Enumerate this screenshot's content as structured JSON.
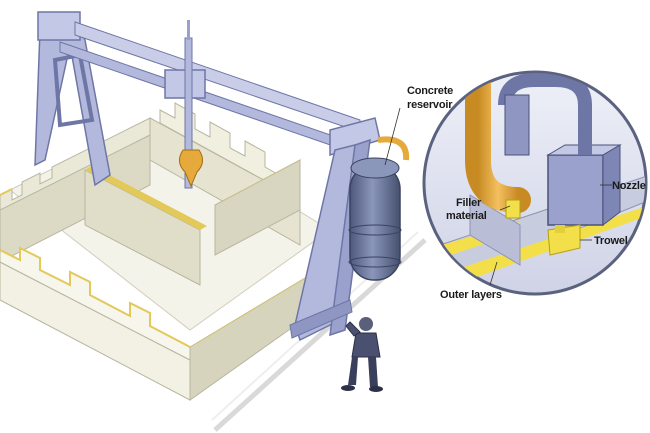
{
  "labels": {
    "concrete_reservoir_line1": "Concrete",
    "concrete_reservoir_line2": "reservoir",
    "nozzle": "Nozzle",
    "filler_material_line1": "Filler",
    "filler_material_line2": "material",
    "trowel": "Trowel",
    "outer_layers": "Outer layers"
  },
  "colors": {
    "wall_face": "#ecebdc",
    "wall_shade": "#d4d2bd",
    "wall_top_edge": "#e3c85a",
    "gantry_frame": "#a9b0d6",
    "gantry_frame_dark": "#7e86b6",
    "reservoir_tank": "#5f6c91",
    "hose": "#e6a93c",
    "trowel": "#f2df4a",
    "worker": "#4a5070",
    "inset_background": "#dfe1ee",
    "inset_border": "#5b6280"
  },
  "icons": [
    "gantry-3d-printer",
    "concrete-tank",
    "print-head-nozzle",
    "worker-figure"
  ]
}
